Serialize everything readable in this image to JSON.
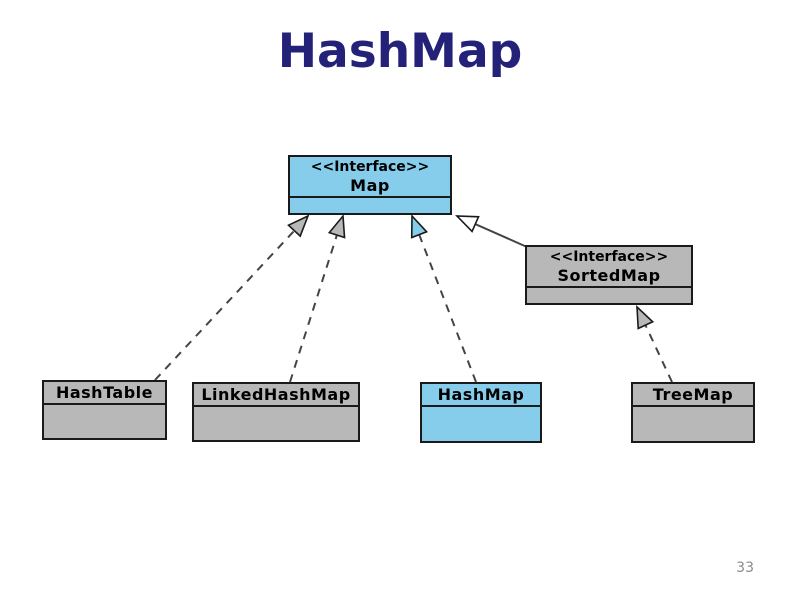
{
  "page": {
    "title": "HashMap",
    "page_number": "33"
  },
  "colors": {
    "title": "#232278",
    "node_blue": "#85CDEB",
    "node_gray": "#B8B8B8",
    "border": "#1a1a1a",
    "connector": "#444444",
    "page_number": "#8a8a8a",
    "background": "#ffffff"
  },
  "diagram": {
    "nodes": {
      "map": {
        "stereotype": "<<Interface>>",
        "name": "Map",
        "fill": "#85CDEB"
      },
      "sortedmap": {
        "stereotype": "<<Interface>>",
        "name": "SortedMap",
        "fill": "#B8B8B8"
      },
      "hashtable": {
        "name": "HashTable",
        "fill": "#B8B8B8"
      },
      "linkedhashmap": {
        "name": "LinkedHashMap",
        "fill": "#B8B8B8"
      },
      "hashmap": {
        "name": "HashMap",
        "fill": "#85CDEB"
      },
      "treemap": {
        "name": "TreeMap",
        "fill": "#B8B8B8"
      }
    },
    "relationships": [
      {
        "from": "HashTable",
        "to": "Map",
        "line": "dashed",
        "arrowhead": "gray triangle"
      },
      {
        "from": "LinkedHashMap",
        "to": "Map",
        "line": "dashed",
        "arrowhead": "gray triangle"
      },
      {
        "from": "HashMap",
        "to": "Map",
        "line": "dashed",
        "arrowhead": "blue triangle"
      },
      {
        "from": "SortedMap",
        "to": "Map",
        "line": "solid",
        "arrowhead": "white triangle"
      },
      {
        "from": "TreeMap",
        "to": "SortedMap",
        "line": "dashed",
        "arrowhead": "gray triangle"
      }
    ]
  }
}
